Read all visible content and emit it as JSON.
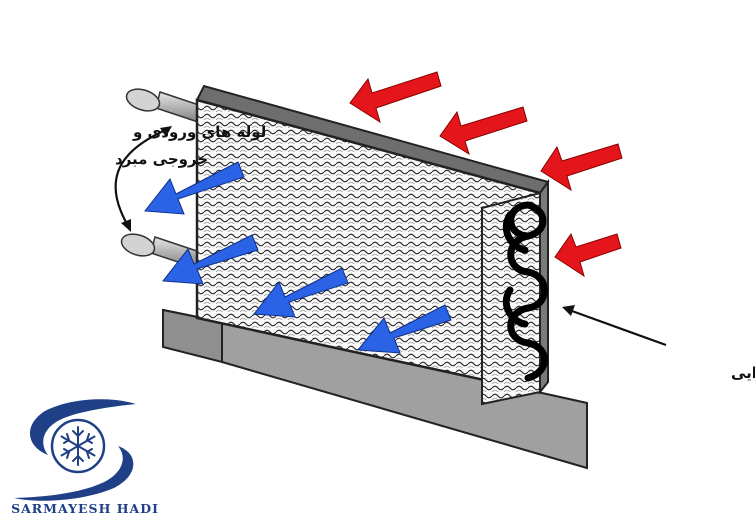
{
  "labels": {
    "pipes_line1": "لوله های ورودی و",
    "pipes_line2": "خروجی مبرد",
    "evaporator": "اواپراتور هوایی"
  },
  "brand": {
    "name": "SARMAYESH HADI",
    "logo_icon": "snowflake-icon"
  },
  "colors": {
    "hot_air_arrow": "#e4161b",
    "cold_air_arrow": "#2a63e6",
    "brand_blue": "#1f3f86"
  }
}
